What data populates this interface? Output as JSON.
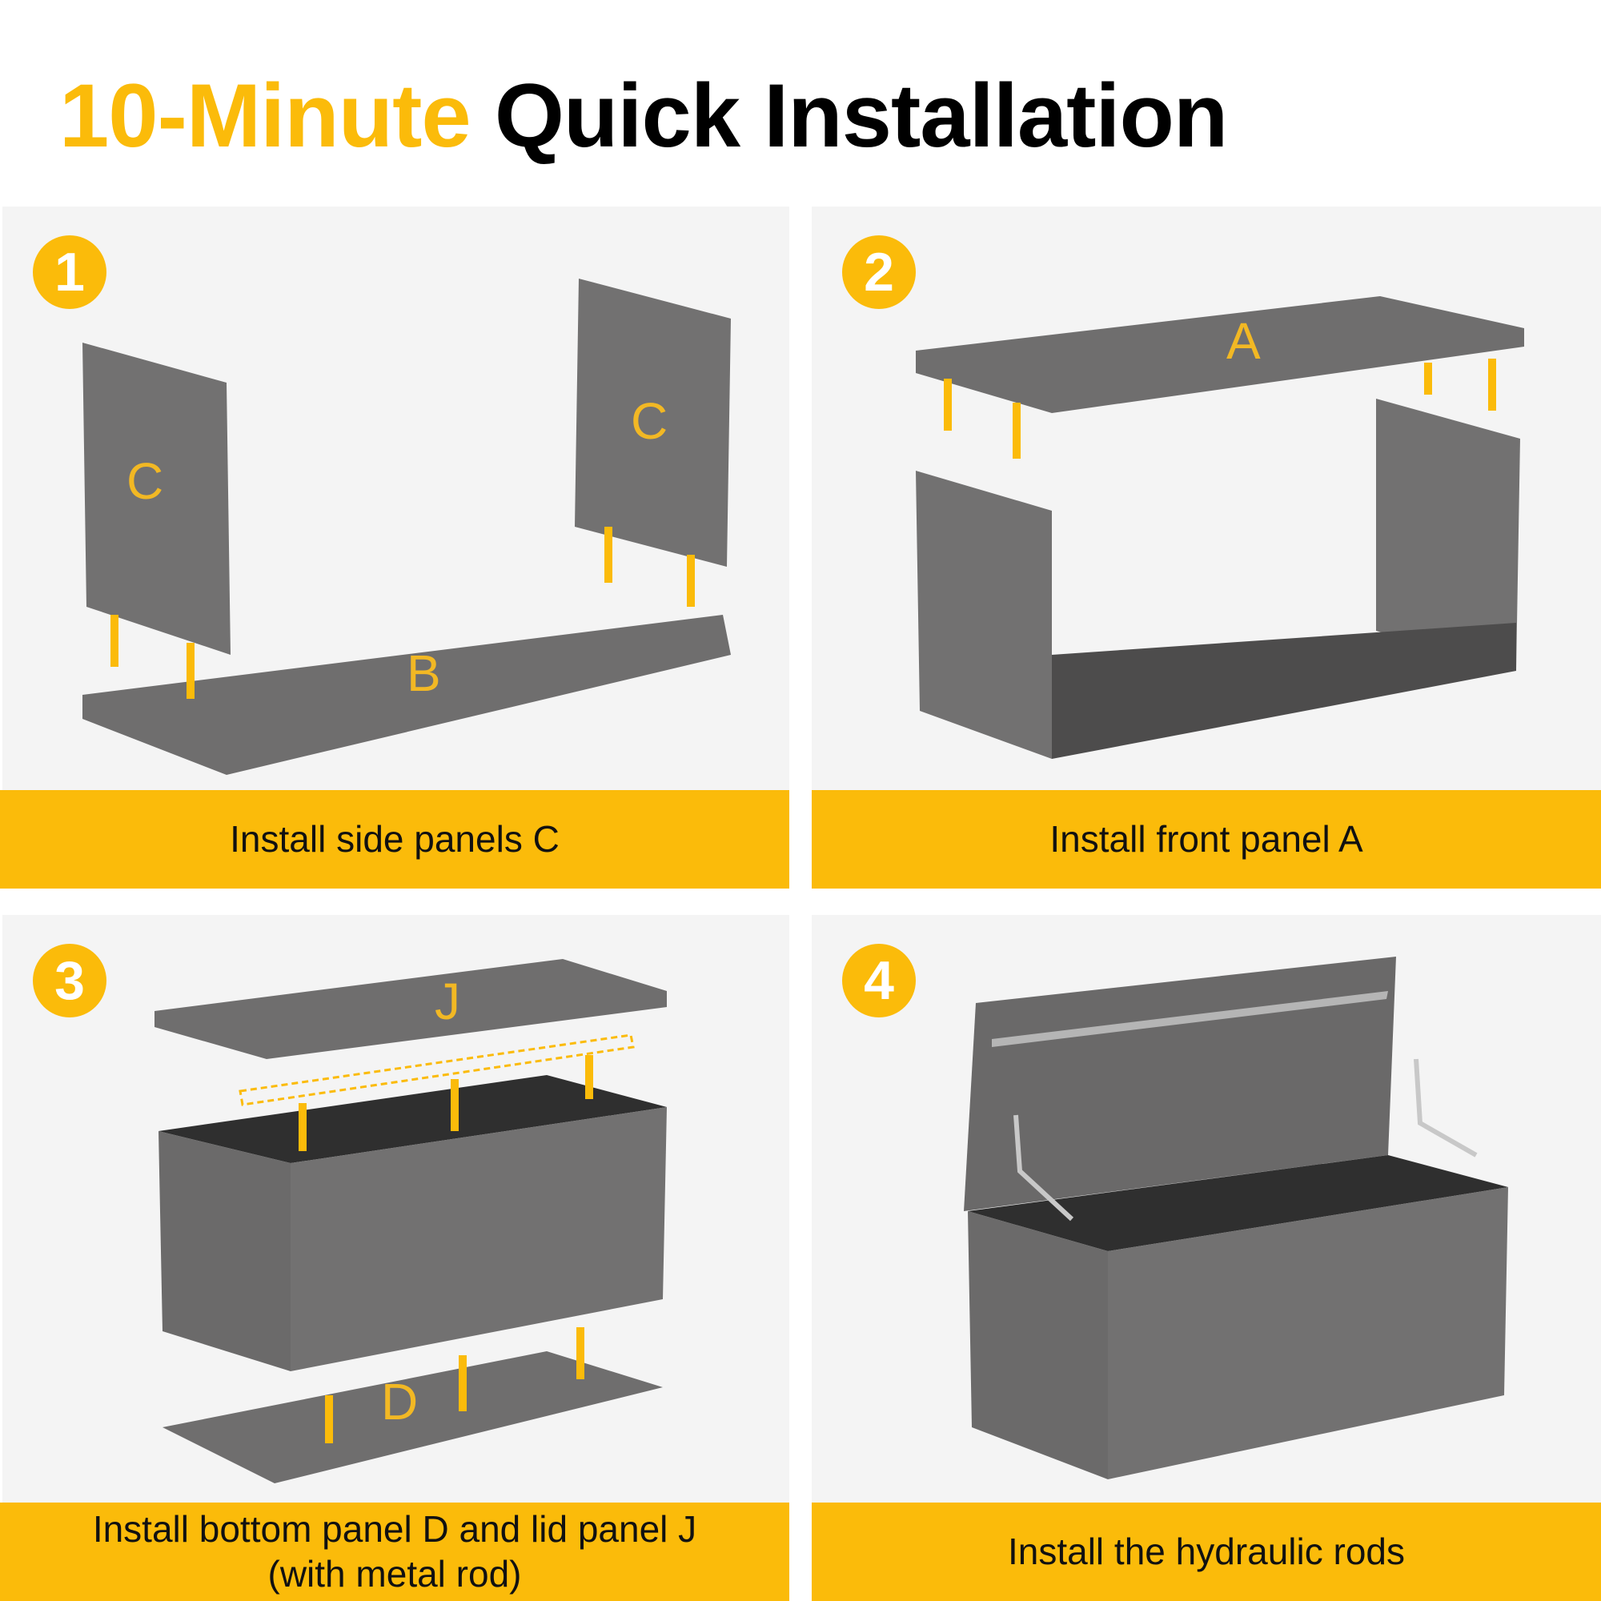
{
  "title": {
    "highlight": "10-Minute",
    "rest": "Quick Installation"
  },
  "colors": {
    "accent": "#fbbb0a",
    "panel_bg": "#f4f4f4",
    "part_gray": "#6f6e6e"
  },
  "steps": [
    {
      "number": "1",
      "caption": "Install side panels C",
      "labels": [
        "C",
        "C",
        "B"
      ]
    },
    {
      "number": "2",
      "caption": "Install front panel A",
      "labels": [
        "A"
      ]
    },
    {
      "number": "3",
      "caption_line1": "Install bottom panel D and lid panel J",
      "caption_line2": "(with metal rod)",
      "labels": [
        "J",
        "D"
      ]
    },
    {
      "number": "4",
      "caption": "Install the hydraulic rods"
    }
  ]
}
